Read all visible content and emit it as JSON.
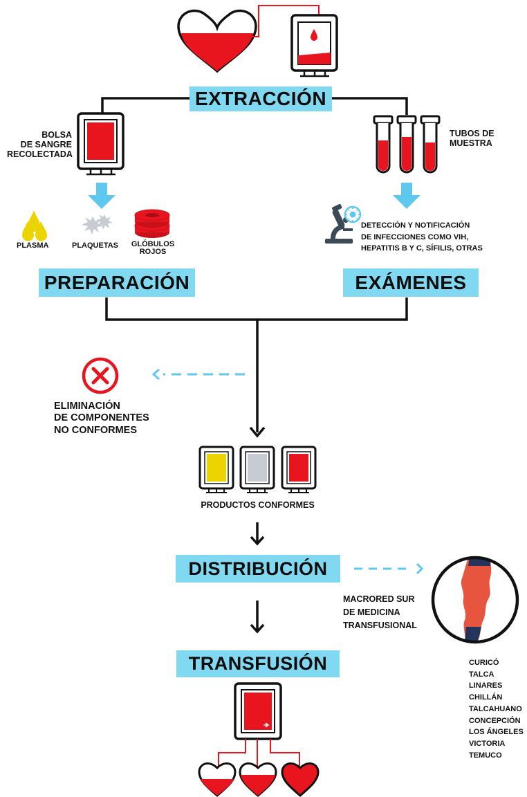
{
  "stages": {
    "extraction": "EXTRACCIÓN",
    "preparation": "PREPARACIÓN",
    "exams": "EXÁMENES",
    "distribution": "DISTRIBUCIÓN",
    "transfusion": "TRANSFUSIÓN"
  },
  "labels": {
    "bag_collected": [
      "BOLSA",
      "DE SANGRE",
      "RECOLECTADA"
    ],
    "sample_tubes": [
      "TUBOS DE",
      "MUESTRA"
    ],
    "plasma": "PLASMA",
    "platelets": "PLAQUETAS",
    "red_cells": [
      "GLÓBULOS",
      "ROJOS"
    ],
    "detection": [
      "DETECCIÓN Y NOTIFICACIÓN",
      "DE INFECCIONES COMO VIH,",
      "HEPATITIS B Y C, SÍFILIS, OTRAS"
    ],
    "elimination": [
      "ELIMINACIÓN",
      "DE COMPONENTES",
      "NO CONFORMES"
    ],
    "conforming_products": "PRODUCTOS CONFORMES",
    "macrored": [
      "MACRORED SUR",
      "DE MEDICINA",
      "TRANSFUSIONAL"
    ]
  },
  "cities": [
    "CURICÓ",
    "TALCA",
    "LINARES",
    "CHILLÁN",
    "TALCAHUANO",
    "CONCEPCIÓN",
    "LOS ÁNGELES",
    "VICTORIA",
    "TEMUCO"
  ],
  "colors": {
    "accent_blue": "#80d9f1",
    "arrow_blue": "#5fc8ee",
    "blood_red": "#e8141e",
    "plasma_yellow": "#ecd400",
    "platelet_grey": "#c6ccd2",
    "map_orange": "#e8553f",
    "map_navy": "#24345c"
  },
  "icons": [
    "heart-icon",
    "blood-bag-icon",
    "test-tube-icon",
    "microscope-icon",
    "virus-icon",
    "plasma-drops-icon",
    "platelets-icon",
    "red-cells-icon",
    "reject-x-icon",
    "chile-map-icon"
  ]
}
